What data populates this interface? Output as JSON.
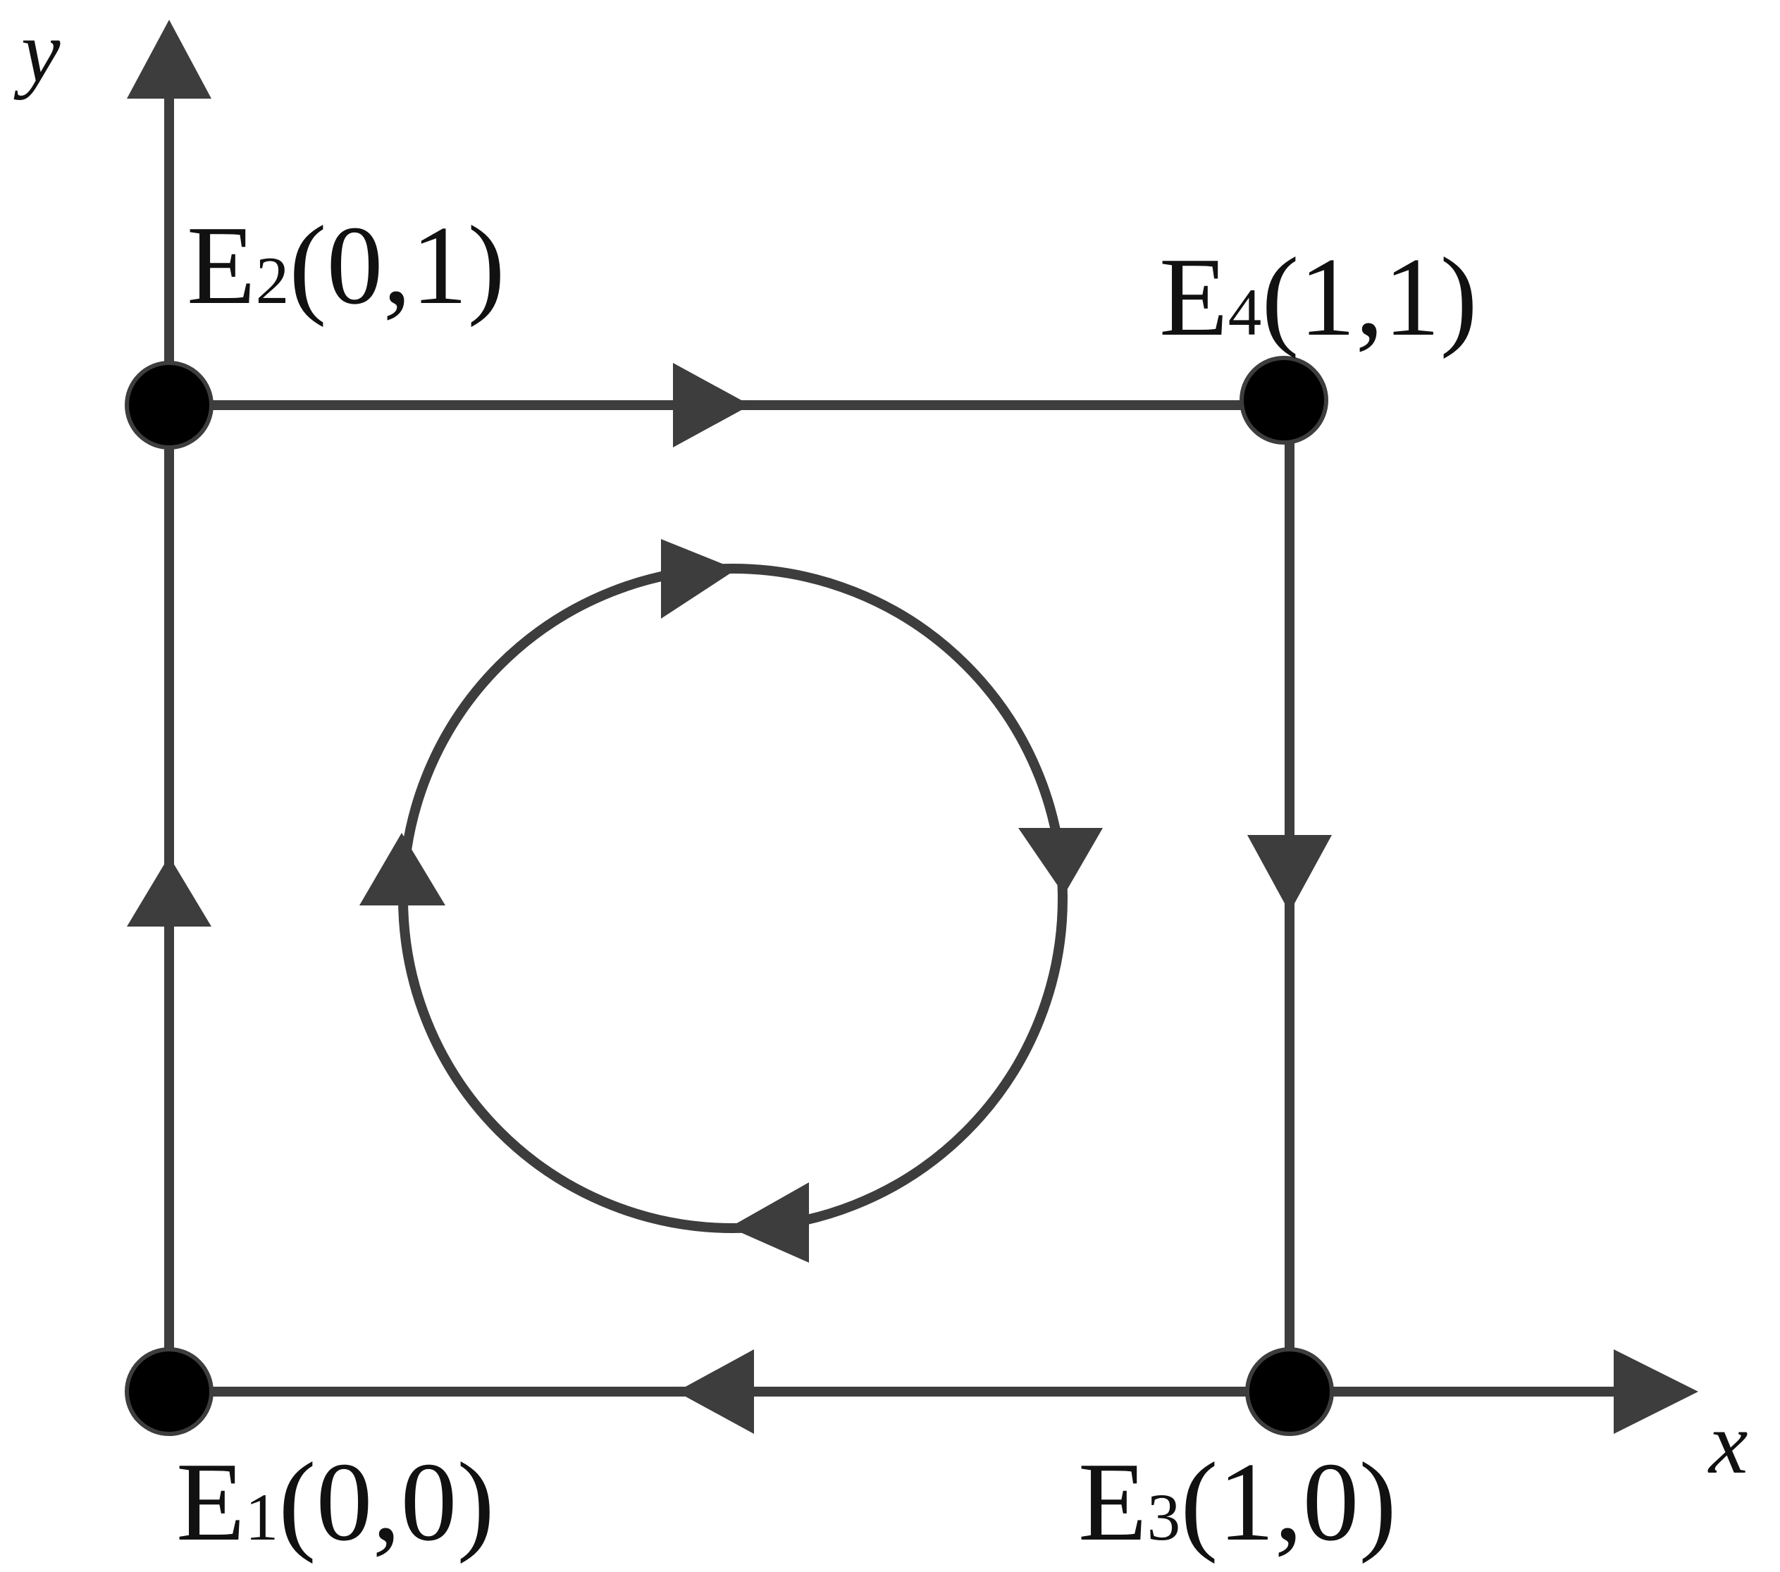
{
  "axes": {
    "x_label": "x",
    "y_label": "y"
  },
  "equilibria": [
    {
      "id": "E1",
      "letter": "E",
      "subscript": "1",
      "coords": "(0,0)",
      "x": 0,
      "y": 0
    },
    {
      "id": "E2",
      "letter": "E",
      "subscript": "2",
      "coords": "(0,1)",
      "x": 0,
      "y": 1
    },
    {
      "id": "E3",
      "letter": "E",
      "subscript": "3",
      "coords": "(1,0)",
      "x": 1,
      "y": 0
    },
    {
      "id": "E4",
      "letter": "E",
      "subscript": "4",
      "coords": "(1,1)",
      "x": 1,
      "y": 1
    }
  ],
  "trajectories": [
    {
      "from": "E1",
      "to": "E2",
      "direction": "up"
    },
    {
      "from": "E2",
      "to": "E4",
      "direction": "right"
    },
    {
      "from": "E4",
      "to": "E3",
      "direction": "down"
    },
    {
      "from": "E3",
      "to": "E1",
      "direction": "left"
    }
  ],
  "orbit": {
    "shape": "closed-orbit",
    "direction": "clockwise"
  },
  "colors": {
    "line": "#3d3d3d",
    "node": "#000000",
    "text": "#111111"
  }
}
